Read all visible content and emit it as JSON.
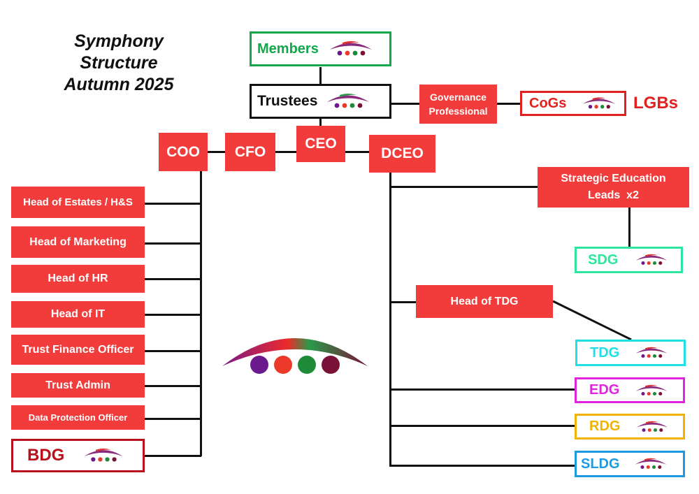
{
  "title": {
    "line1": "Symphony",
    "line2": "Structure",
    "line3": "Autumn 2025"
  },
  "members": "Members",
  "trustees": "Trustees",
  "governance": "Governance Professional",
  "cogs": "CoGs",
  "lgbs": "LGBs",
  "ceo": "CEO",
  "cfo": "CFO",
  "coo": "COO",
  "dceo": "DCEO",
  "coo_reports": [
    "Head of Estates / H&S",
    "Head of Marketing",
    "Head of HR",
    "Head of IT",
    "Trust Finance Officer",
    "Trust Admin",
    "Data Protection Officer"
  ],
  "bdg": "BDG",
  "strategic_leads": "Strategic Education Leads  x2",
  "sdg": "SDG",
  "head_tdg": "Head of TDG",
  "tdg": "TDG",
  "edg": "EDG",
  "rdg": "RDG",
  "sldg": "SLDG",
  "colors": {
    "box_red": "#f23b3b",
    "members_green": "#12a84b",
    "sdg_green": "#2ee59d",
    "tdg_cyan": "#1fe0e8",
    "edg_magenta": "#e024e0",
    "rdg_gold": "#f0b400",
    "sldg_blue": "#1e9ae0",
    "bdg_darkred": "#b8101a"
  },
  "logo_dot_colors": [
    "#6a1a8c",
    "#ec3a2a",
    "#1f8a3a",
    "#7a1238"
  ]
}
